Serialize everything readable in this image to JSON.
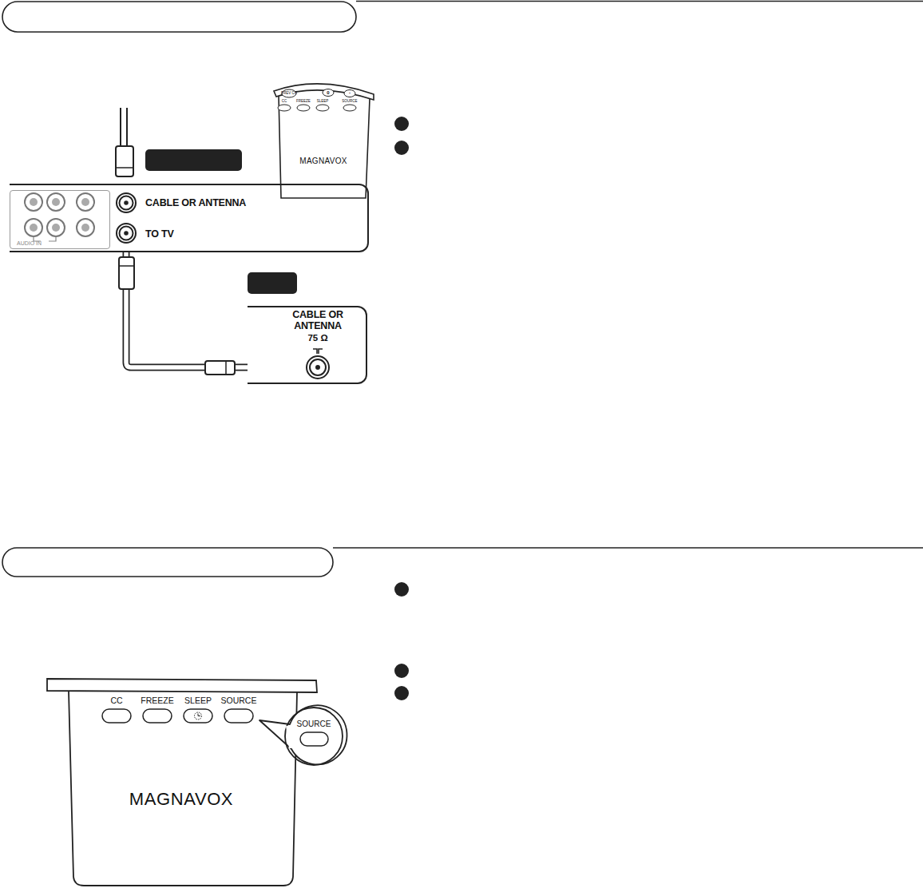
{
  "diagram": {
    "nodes": [
      {
        "text": [
          "CABLE OR ANTENNA",
          "TO TV"
        ]
      },
      {
        "text": [
          "AUDIO IN"
        ],
        "in": 0
      },
      {
        "text": [
          "CABLE OR ANTENNA",
          "75 Ω"
        ]
      },
      {
        "text": [
          "MAGNAVOX"
        ]
      },
      {
        "text": [
          "MAGNAVOX"
        ]
      }
    ],
    "edges": [
      {
        "from": 0,
        "to": 2,
        "arrow": "none"
      }
    ],
    "labels": [
      "PREV CH",
      "0",
      "-",
      "CC",
      "FREEZE",
      "SLEEP",
      "SOURCE",
      "CC",
      "FREEZE",
      "SLEEP",
      "SOURCE",
      "SOURCE"
    ]
  }
}
